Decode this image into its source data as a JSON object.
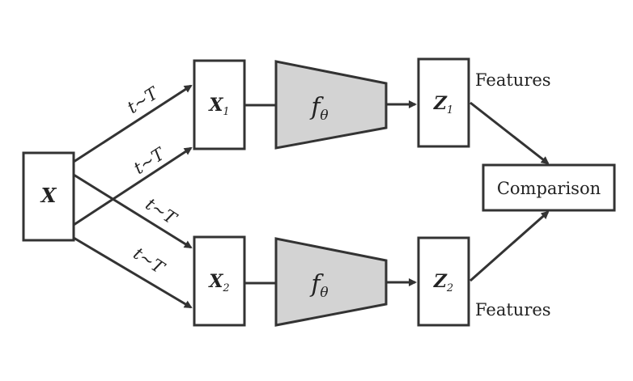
{
  "input": {
    "main": "X"
  },
  "views": [
    {
      "main": "X",
      "sub": "1"
    },
    {
      "main": "X",
      "sub": "2"
    }
  ],
  "encoders": [
    {
      "main": "f",
      "sub": "θ"
    },
    {
      "main": "f",
      "sub": "θ"
    }
  ],
  "embeddings": [
    {
      "main": "Z",
      "sub": "1"
    },
    {
      "main": "Z",
      "sub": "2"
    }
  ],
  "features_labels": [
    "Features",
    "Features"
  ],
  "comparison": {
    "label": "Comparison"
  },
  "augmentations": [
    "t~T",
    "t~T",
    "t~T",
    "t~T"
  ],
  "colors": {
    "stroke": "#333333",
    "encoder_fill": "#d3d3d3",
    "text": "#222222"
  }
}
